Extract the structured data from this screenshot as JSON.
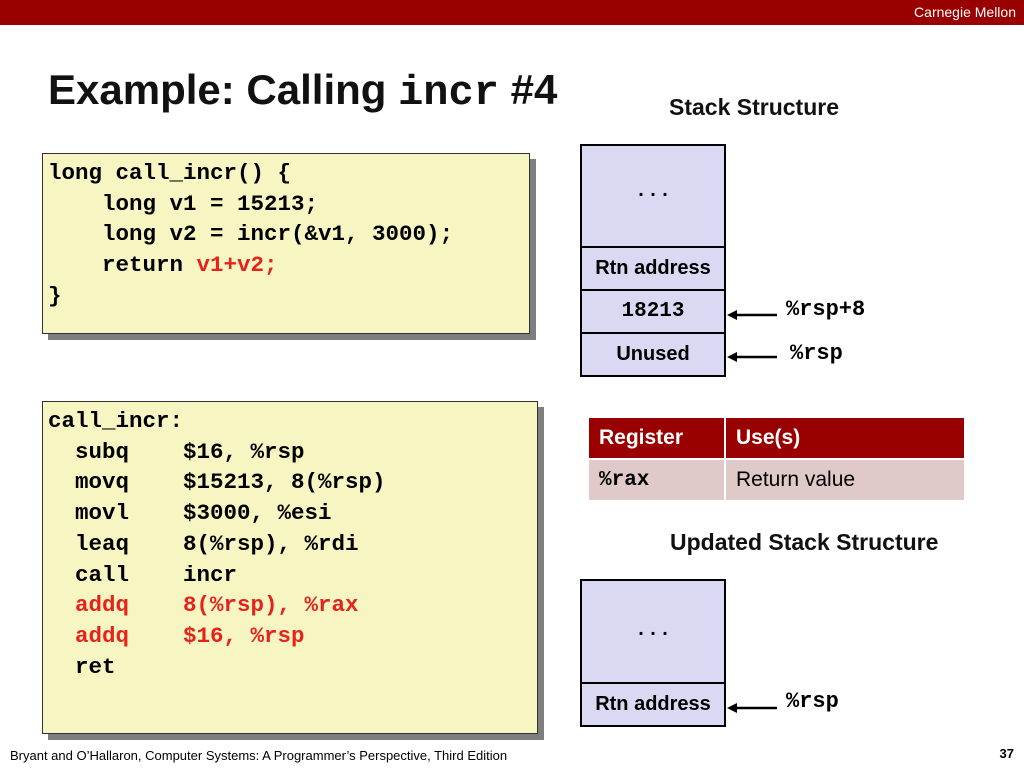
{
  "header": {
    "organization": "Carnegie Mellon"
  },
  "title": {
    "text": "Example: Calling ",
    "mono": "incr",
    "suffix": " #4"
  },
  "c_code": {
    "lines": [
      "long call_incr() {",
      "    long v1 = 15213;",
      "    long v2 = incr(&v1, 3000);",
      "    return ",
      "}"
    ],
    "highlight": "v1+v2;"
  },
  "asm_code": {
    "lines": [
      "call_incr:",
      "  subq    $16, %rsp",
      "  movq    $15213, 8(%rsp)",
      "  movl    $3000, %esi",
      "  leaq    8(%rsp), %rdi",
      "  call    incr",
      "  addq    8(%rsp), %rax",
      "  addq    $16, %rsp",
      "  ret"
    ]
  },
  "stack_structure": {
    "heading": "Stack Structure",
    "cells": [
      "...",
      "Rtn address",
      "18213",
      "Unused"
    ],
    "labels": [
      "%rsp+8",
      "%rsp"
    ]
  },
  "register_table": {
    "headers": [
      "Register",
      "Use(s)"
    ],
    "rows": [
      [
        "%rax",
        "Return value"
      ]
    ]
  },
  "updated_stack": {
    "heading": "Updated Stack Structure",
    "cells": [
      "...",
      "Rtn address"
    ],
    "labels": [
      "%rsp"
    ]
  },
  "footer": {
    "citation": "Bryant and O’Hallaron, Computer Systems: A Programmer’s Perspective, Third Edition",
    "page_number": "37"
  },
  "colors": {
    "header_bar": "#990000",
    "code_background": "#f7f5c2",
    "highlight_red": "#e5231b",
    "stack_cell": "#d9d9f3",
    "table_header": "#990000",
    "table_row": "#e0c9c9"
  }
}
